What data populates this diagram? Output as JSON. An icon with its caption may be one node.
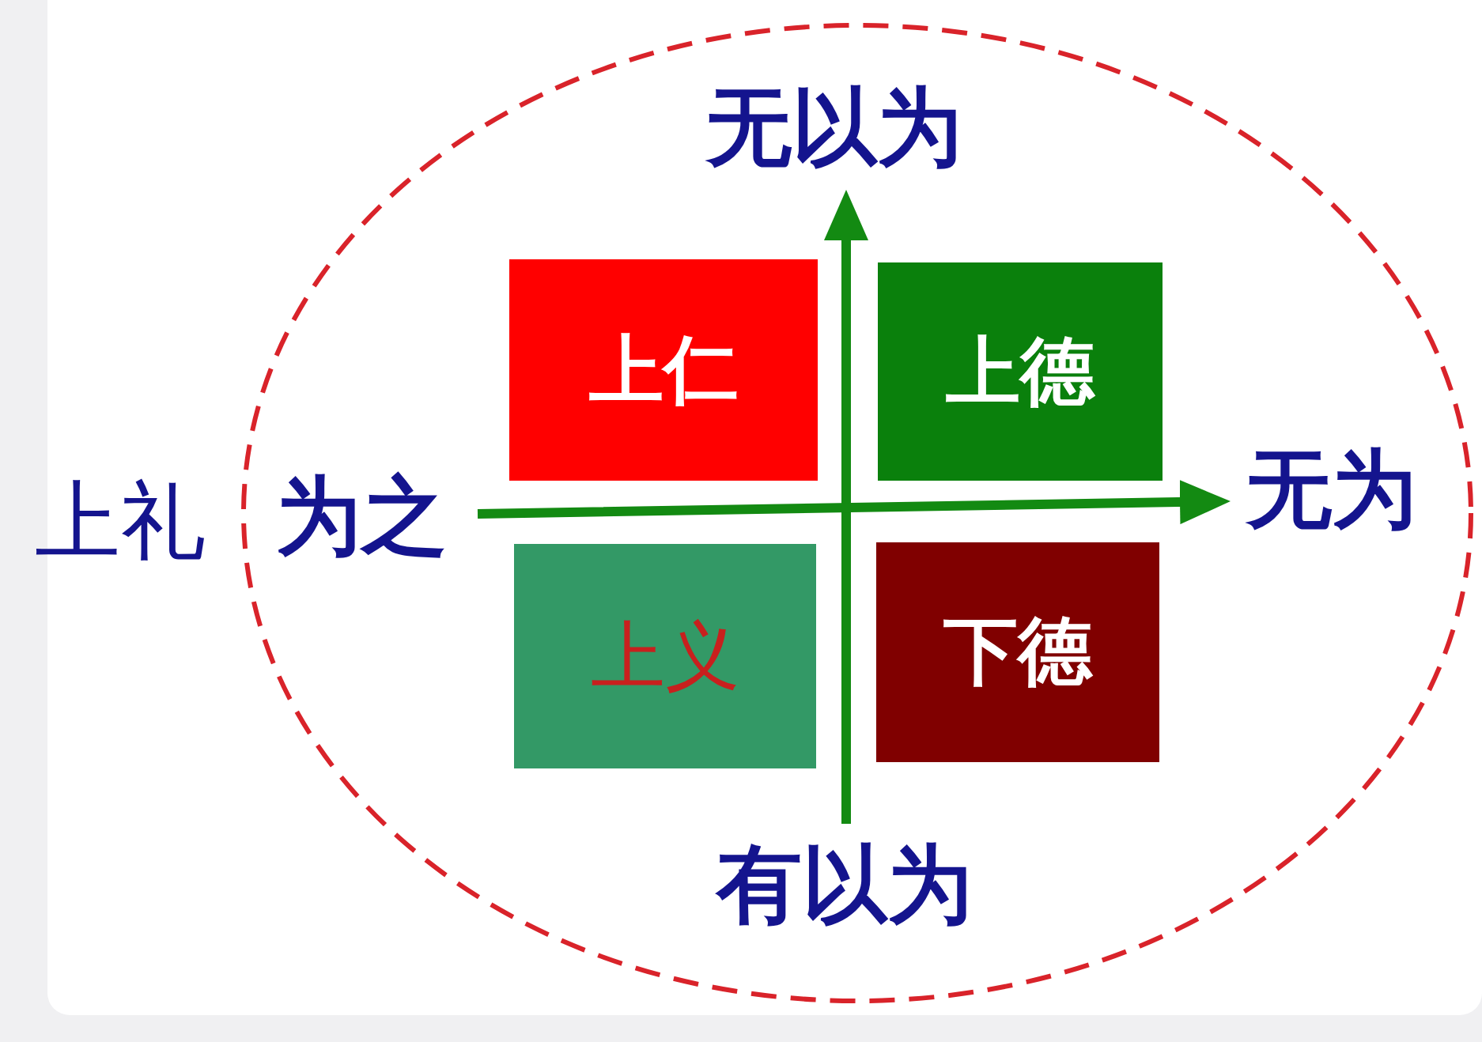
{
  "diagram": {
    "nodes": [
      {
        "text": [],
        "shape": "ellipse"
      },
      {
        "text": [
          "无以为"
        ],
        "in": 0
      },
      {
        "text": [
          "上仁"
        ],
        "in": 0
      },
      {
        "text": [
          "上德"
        ],
        "in": 0
      },
      {
        "text": [
          "为之"
        ],
        "in": 0
      },
      {
        "text": [
          "无为"
        ],
        "in": 0
      },
      {
        "text": [
          "上义"
        ],
        "in": 0
      },
      {
        "text": [
          "下德"
        ],
        "in": 0
      },
      {
        "text": [
          "有以为"
        ],
        "in": 0
      }
    ],
    "edges": [
      {
        "from": 8,
        "to": 1,
        "arrow": "to"
      },
      {
        "from": 4,
        "to": 5,
        "arrow": "to"
      }
    ],
    "labels": [
      "上礼"
    ]
  }
}
